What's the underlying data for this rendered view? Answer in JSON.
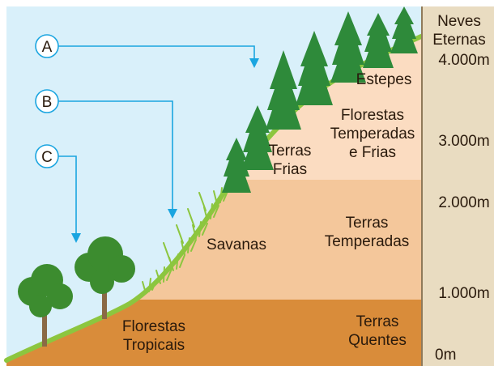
{
  "colors": {
    "sky": "#d9f0fa",
    "ruler": "#e9dcc1",
    "band_cold": "#fbdcc1",
    "band_temperate": "#f4c79b",
    "band_hot": "#d98c3a",
    "grass": "#8cc63f",
    "pine": "#2e8a3a",
    "tree": "#3c8c2f",
    "trunk": "#8a6a45",
    "arrow": "#1aa5e0",
    "text": "#2a1a0c"
  },
  "markers": [
    {
      "id": "marker-a",
      "label": "A"
    },
    {
      "id": "marker-b",
      "label": "B"
    },
    {
      "id": "marker-c",
      "label": "C"
    }
  ],
  "altitude_scale": {
    "top_label": [
      "Neves",
      "Eternas"
    ],
    "ticks": [
      "4.000m",
      "3.000m",
      "2.000m",
      "1.000m",
      "0m"
    ]
  },
  "zones": {
    "estepes": [
      "Estepes"
    ],
    "florestas_temperadas": [
      "Florestas",
      "Temperadas",
      "e Frias"
    ],
    "terras_frias": [
      "Terras",
      "Frias"
    ],
    "terras_temperadas": [
      "Terras",
      "Temperadas"
    ],
    "savanas": [
      "Savanas"
    ],
    "terras_quentes": [
      "Terras",
      "Quentes"
    ],
    "florestas_tropicais": [
      "Florestas",
      "Tropicais"
    ]
  },
  "icons": {
    "pine_trees": "pine-tree-icon",
    "broadleaf_trees": "broadleaf-tree-icon",
    "grass": "grass-tuft-icon"
  }
}
